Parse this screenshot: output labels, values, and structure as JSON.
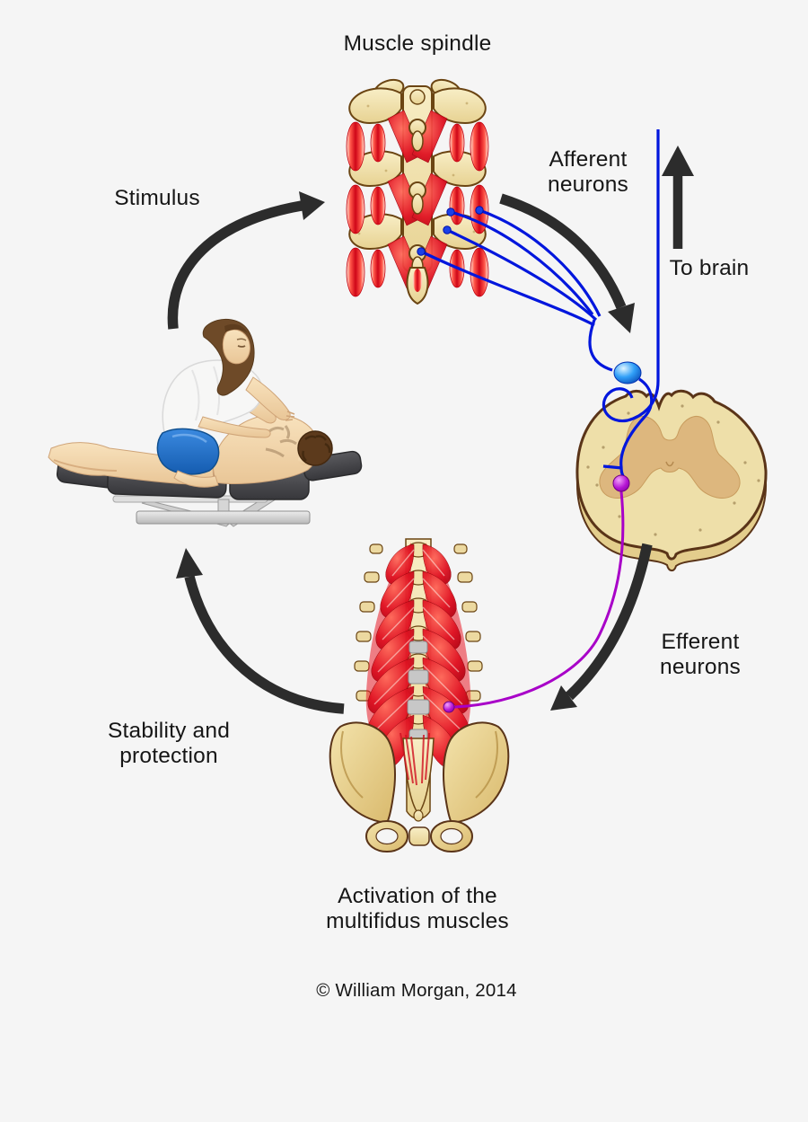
{
  "labels": {
    "muscle_spindle": "Muscle spindle",
    "stimulus": "Stimulus",
    "afferent_neurons": "Afferent\nneurons",
    "to_brain": "To brain",
    "efferent_neurons": "Efferent\nneurons",
    "stability_protection": "Stability and\nprotection",
    "activation_multifidus": "Activation of the\nmultifidus muscles",
    "copyright": "© William Morgan, 2014"
  },
  "palette": {
    "background": "#f5f5f5",
    "arrow_black": "#2c2c2c",
    "afferent_nerve_blue": "#0016dd",
    "efferent_nerve_purple": "#a800c8",
    "bone_cream": "#f2e4b4",
    "bone_outline": "#5a3418",
    "muscle_red": "#d80f1f",
    "gray_matter_tan": "#ddb77e",
    "table_cushion_gray": "#4a4a4c",
    "table_frame_gray": "#cfcfcf",
    "skin": "#f2d6ae",
    "shirt_white": "#f7f7f6",
    "shorts_blue": "#1f6fd0",
    "hair_brown": "#6e4a28"
  }
}
